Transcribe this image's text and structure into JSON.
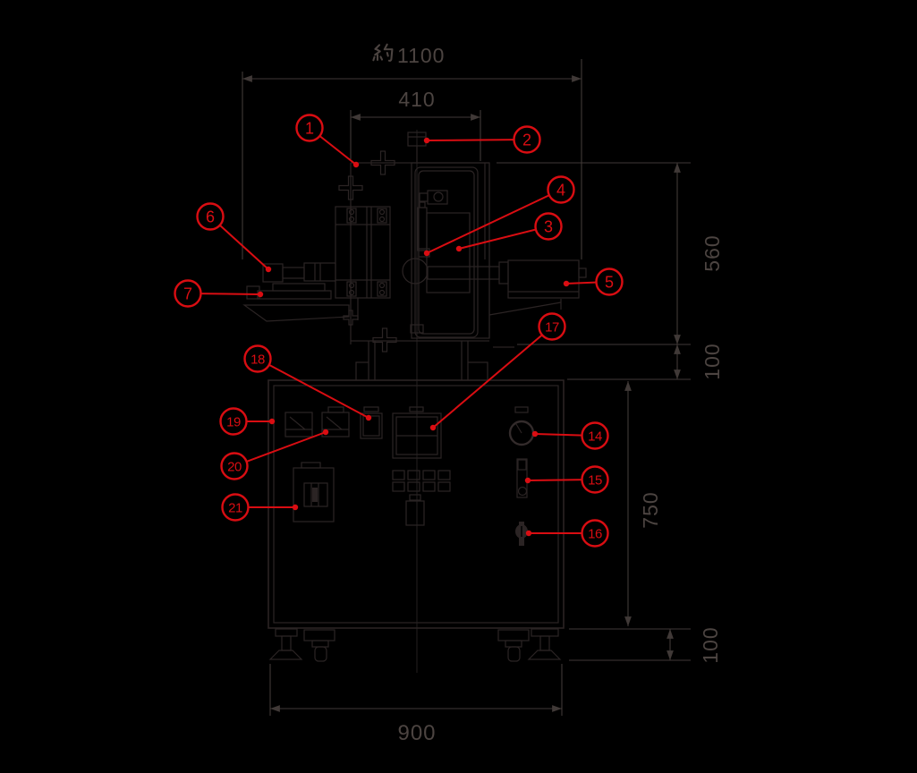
{
  "colors": {
    "background": "#000000",
    "machine_line": "#2b2424",
    "dimension_line": "#403937",
    "dimension_text": "#4c4441",
    "callout_red": "#d90d12"
  },
  "dimensions": {
    "overall_width": {
      "label": "約 1100",
      "prefix": "約",
      "number": "1100"
    },
    "head_width": {
      "label": "410"
    },
    "head_height": {
      "label": "560"
    },
    "gap_height": {
      "label": "100"
    },
    "cabinet_height": {
      "label": "750"
    },
    "base_height": {
      "label": "100"
    },
    "base_width": {
      "label": "900"
    }
  },
  "callouts": [
    {
      "number": "1"
    },
    {
      "number": "2"
    },
    {
      "number": "3"
    },
    {
      "number": "4"
    },
    {
      "number": "5"
    },
    {
      "number": "6"
    },
    {
      "number": "7"
    },
    {
      "number": "14"
    },
    {
      "number": "15"
    },
    {
      "number": "16"
    },
    {
      "number": "17"
    },
    {
      "number": "18"
    },
    {
      "number": "19"
    },
    {
      "number": "20"
    },
    {
      "number": "21"
    }
  ]
}
